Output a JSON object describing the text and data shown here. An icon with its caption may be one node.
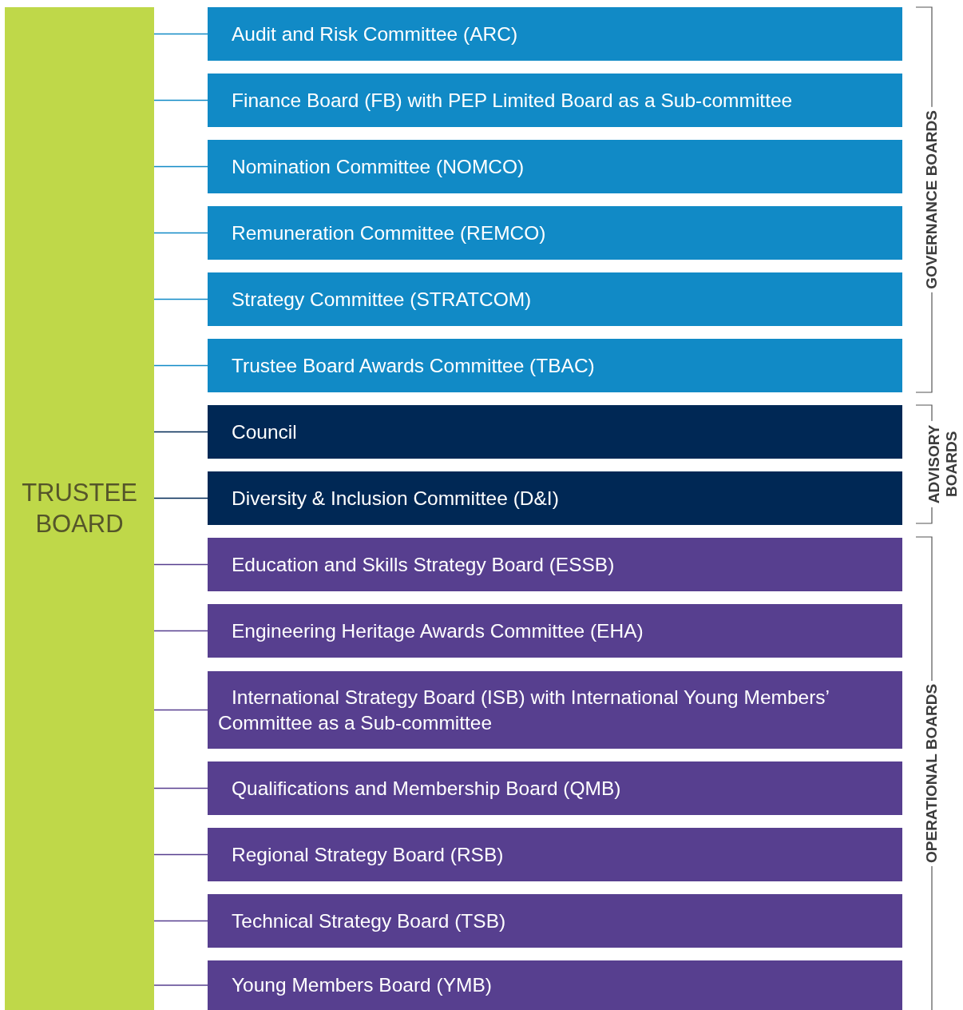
{
  "diagram": {
    "nodes": [
      {
        "text": [
          "TRUSTEE BOARD"
        ]
      },
      {
        "text": [
          "Audit and Risk Committee (ARC)"
        ]
      },
      {
        "text": [
          "Finance Board (FB) with PEP Limited Board as a Sub-committee"
        ]
      },
      {
        "text": [
          "Nomination Committee (NOMCO)"
        ]
      },
      {
        "text": [
          "Remuneration Committee (REMCO)"
        ]
      },
      {
        "text": [
          "Strategy Committee (STRATCOM)"
        ]
      },
      {
        "text": [
          "Trustee Board Awards Committee (TBAC)"
        ]
      },
      {
        "text": [
          "Council"
        ]
      },
      {
        "text": [
          "Diversity & Inclusion Committee (D&I)"
        ]
      },
      {
        "text": [
          "Education and Skills Strategy Board (ESSB)"
        ]
      },
      {
        "text": [
          "Engineering Heritage Awards Committee (EHA)"
        ]
      },
      {
        "text": [
          "International Strategy Board (ISB) with International Young Members’ Committee as a Sub-committee"
        ]
      },
      {
        "text": [
          "Qualifications and Membership Board (QMB)"
        ]
      },
      {
        "text": [
          "Regional Strategy Board (RSB)"
        ]
      },
      {
        "text": [
          "Technical Strategy Board (TSB)"
        ]
      },
      {
        "text": [
          "Young Members Board (YMB)"
        ]
      }
    ],
    "edges": [
      {
        "from": 0,
        "to": 1,
        "arrow": "none",
        "color": "#118ac6"
      },
      {
        "from": 0,
        "to": 2,
        "arrow": "none",
        "color": "#118ac6"
      },
      {
        "from": 0,
        "to": 3,
        "arrow": "none",
        "color": "#118ac6"
      },
      {
        "from": 0,
        "to": 4,
        "arrow": "none",
        "color": "#118ac6"
      },
      {
        "from": 0,
        "to": 5,
        "arrow": "none",
        "color": "#118ac6"
      },
      {
        "from": 0,
        "to": 6,
        "arrow": "none",
        "color": "#118ac6"
      },
      {
        "from": 0,
        "to": 7,
        "arrow": "none",
        "color": "#002855"
      },
      {
        "from": 0,
        "to": 8,
        "arrow": "none",
        "color": "#002855"
      },
      {
        "from": 0,
        "to": 9,
        "arrow": "none"
      },
      {
        "from": 0,
        "to": 10,
        "arrow": "none"
      },
      {
        "from": 0,
        "to": 11,
        "arrow": "none"
      },
      {
        "from": 0,
        "to": 12,
        "arrow": "none"
      },
      {
        "from": 0,
        "to": 13,
        "arrow": "none"
      },
      {
        "from": 0,
        "to": 14,
        "arrow": "none"
      },
      {
        "from": 0,
        "to": 15,
        "arrow": "none"
      }
    ],
    "labels": [
      "GOVERNANCE BOARDS",
      "ADVISORY BOARDS",
      "OPERATIONAL BOARDS"
    ]
  }
}
